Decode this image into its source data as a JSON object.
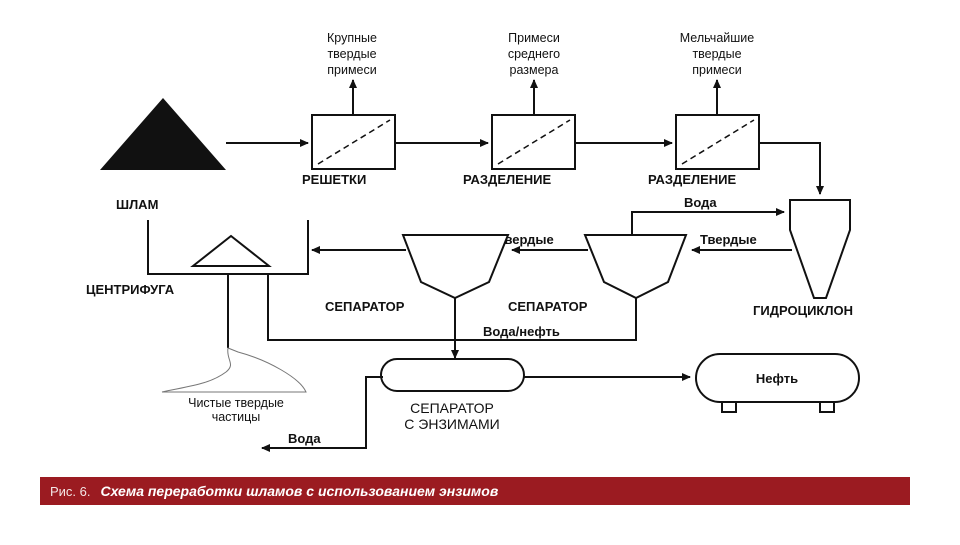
{
  "labels": {
    "large_impurities": [
      "Крупные",
      "твердые",
      "примеси"
    ],
    "medium_impurities": [
      "Примеси",
      "среднего",
      "размера"
    ],
    "fine_impurities": [
      "Мельчайшие",
      "твердые",
      "примеси"
    ],
    "grates": "РЕШЕТКИ",
    "separation1": "РАЗДЕЛЕНИЕ",
    "separation2": "РАЗДЕЛЕНИЕ",
    "sludge": "ШЛАМ",
    "centrifuge": "ЦЕНТРИФУГА",
    "separator1": "СЕПАРАТОР",
    "separator2": "СЕПАРАТОР",
    "hydrocyclone": "ГИДРОЦИКЛОН",
    "water_top": "Вода",
    "solids1": "Твердые",
    "solids2": "Твердые",
    "water_oil": "Вода/нефть",
    "clean_solids": [
      "Чистые твердые",
      "частицы"
    ],
    "enzyme_separator": [
      "СЕПАРАТОР",
      "С ЭНЗИМАМИ"
    ],
    "water_bottom": "Вода",
    "oil": "Нефть"
  },
  "caption": {
    "prefix": "Рис. 6.",
    "text": "Схема переработки шламов с использованием энзимов"
  },
  "colors": {
    "caption_bg": "#9b1b21",
    "line": "#111111"
  }
}
